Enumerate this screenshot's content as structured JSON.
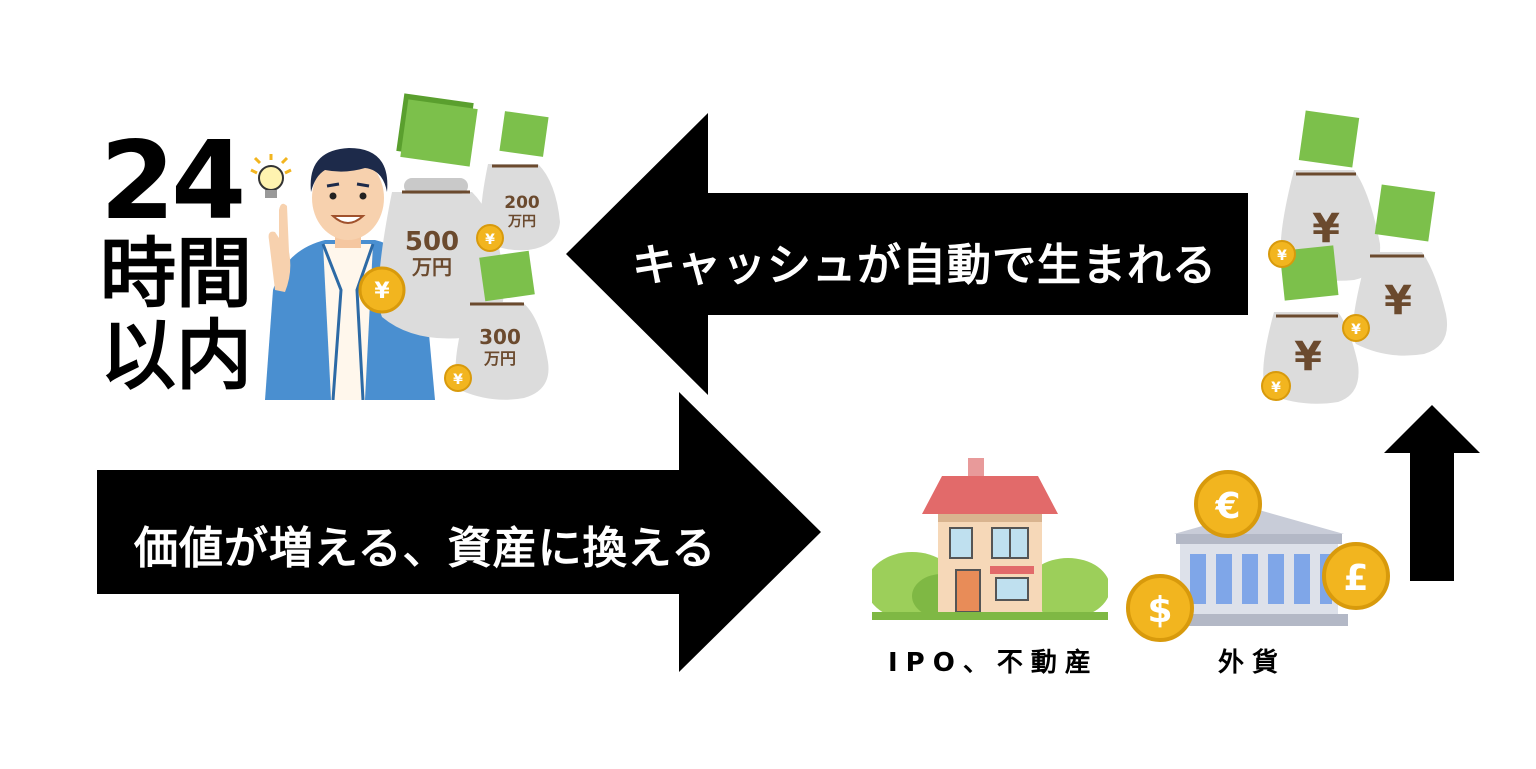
{
  "headline": {
    "line1": "24",
    "line2": "時間",
    "line3": "以内"
  },
  "top_arrow": {
    "label": "キャッシュが自動で生まれる"
  },
  "bottom_arrow": {
    "label": "価値が増える、資産に換える"
  },
  "bags_left": {
    "bag1": "500",
    "bag2": "200",
    "bag3": "300",
    "unit": "万円"
  },
  "currency": {
    "yen": "¥",
    "euro": "€",
    "dollar": "$",
    "pound": "£"
  },
  "assets": {
    "realestate_label": "IPO、不動産",
    "forex_label": "外貨"
  },
  "colors": {
    "arrow": "#000000",
    "cash": "#7cc04b",
    "bag": "#dcdcdc",
    "coin": "#f2b51f",
    "roof": "#e26a6a",
    "jacket": "#4a8fd0"
  }
}
